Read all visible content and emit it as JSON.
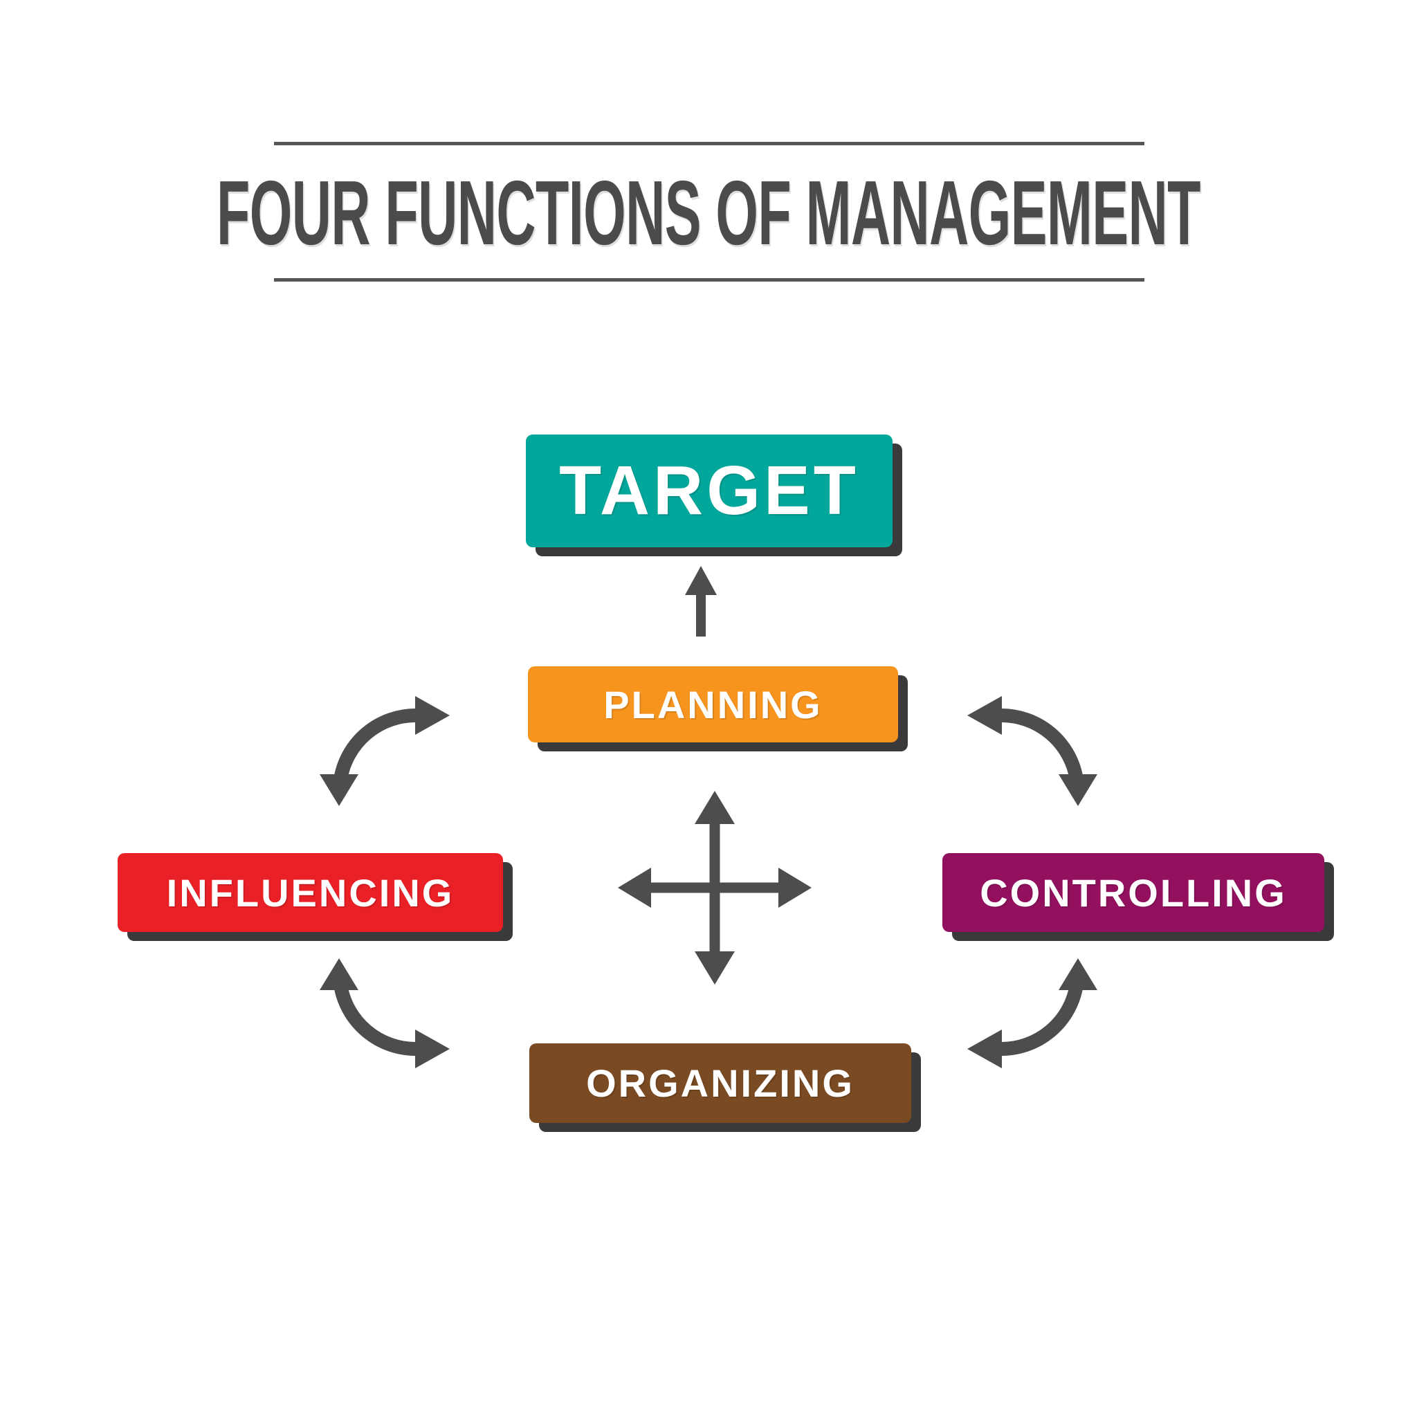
{
  "title": "FOUR FUNCTIONS OF MANAGEMENT",
  "palette": {
    "ink": "#4d4d4d",
    "rule": "#565658",
    "box_shadow": "#3a3a3c",
    "background": "#ffffff",
    "label_text": "#ffffff"
  },
  "nodes": {
    "target": {
      "label": "TARGET",
      "color": "#00a79a"
    },
    "planning": {
      "label": "PLANNING",
      "color": "#f7941e"
    },
    "influencing": {
      "label": "INFLUENCING",
      "color": "#ea2027"
    },
    "controlling": {
      "label": "CONTROLLING",
      "color": "#92105e"
    },
    "organizing": {
      "label": "ORGANIZING",
      "color": "#7a4a22"
    }
  },
  "connections": [
    {
      "from": "planning",
      "to": "target",
      "type": "straight-arrow-up"
    },
    {
      "from": "influencing",
      "to": "planning",
      "type": "curved-double-arrow"
    },
    {
      "from": "planning",
      "to": "controlling",
      "type": "curved-double-arrow"
    },
    {
      "from": "influencing",
      "to": "organizing",
      "type": "curved-double-arrow"
    },
    {
      "from": "organizing",
      "to": "controlling",
      "type": "curved-double-arrow"
    },
    {
      "at": "center",
      "type": "four-way-arrow"
    }
  ]
}
